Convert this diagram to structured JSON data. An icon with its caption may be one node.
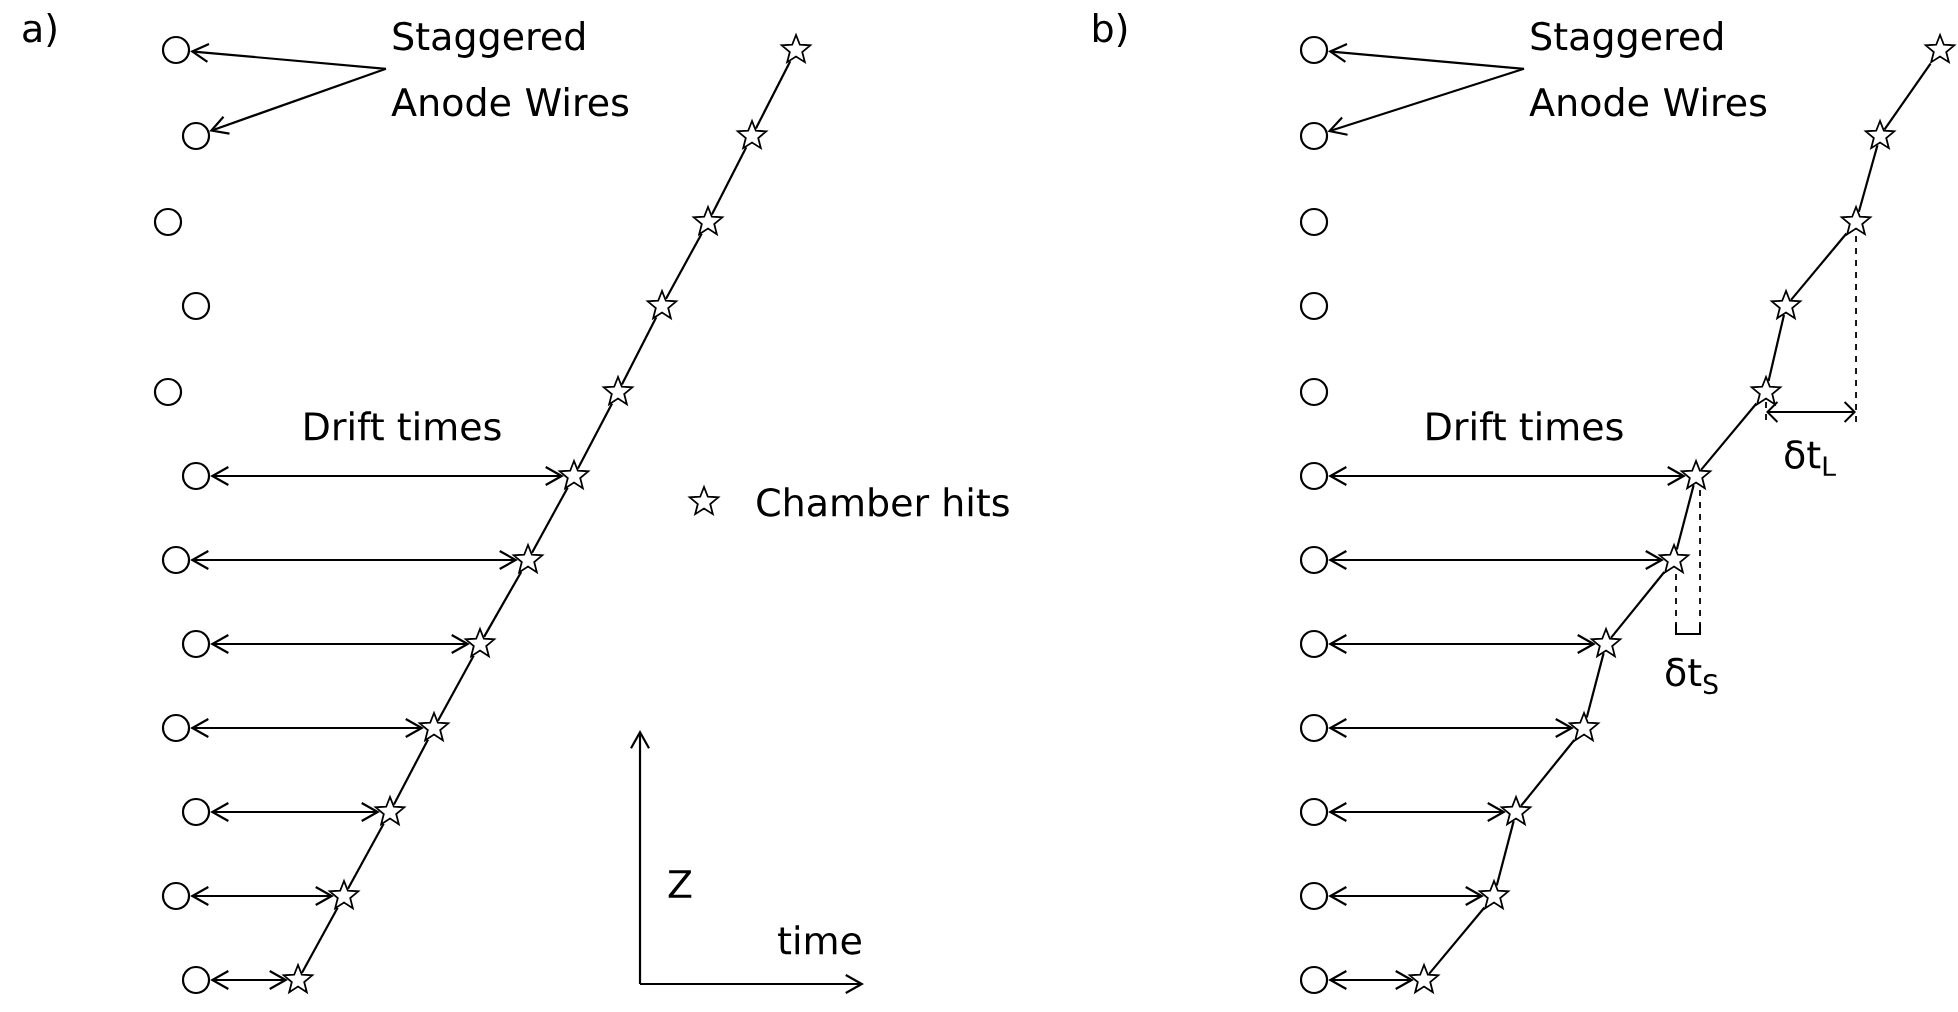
{
  "diagram": {
    "nodes": [
      {
        "text": [
          "Staggered Anode Wires"
        ]
      },
      {
        "text": [],
        "shape": "circle"
      },
      {
        "text": [],
        "shape": "circle"
      },
      {
        "text": [],
        "shape": "circle"
      },
      {
        "text": [],
        "shape": "circle"
      },
      {
        "text": [],
        "shape": "circle"
      },
      {
        "text": [],
        "shape": "circle"
      },
      {
        "text": [],
        "shape": "circle"
      },
      {
        "text": [],
        "shape": "circle"
      },
      {
        "text": [],
        "shape": "circle"
      },
      {
        "text": [],
        "shape": "circle"
      },
      {
        "text": [],
        "shape": "circle"
      },
      {
        "text": [],
        "shape": "circle"
      },
      {
        "text": [],
        "shape": "star"
      },
      {
        "text": [],
        "shape": "star"
      },
      {
        "text": [],
        "shape": "star"
      },
      {
        "text": [],
        "shape": "star"
      },
      {
        "text": [],
        "shape": "star"
      },
      {
        "text": [],
        "shape": "star"
      },
      {
        "text": [],
        "shape": "star"
      },
      {
        "text": [],
        "shape": "star"
      },
      {
        "text": [],
        "shape": "star"
      },
      {
        "text": [],
        "shape": "star"
      },
      {
        "text": [],
        "shape": "star"
      },
      {
        "text": [],
        "shape": "star"
      },
      {
        "text": [
          "Staggered Anode Wires"
        ]
      },
      {
        "text": [],
        "shape": "circle"
      },
      {
        "text": [],
        "shape": "circle"
      },
      {
        "text": [],
        "shape": "circle"
      },
      {
        "text": [],
        "shape": "circle"
      },
      {
        "text": [],
        "shape": "circle"
      },
      {
        "text": [],
        "shape": "circle"
      },
      {
        "text": [],
        "shape": "circle"
      },
      {
        "text": [],
        "shape": "circle"
      },
      {
        "text": [],
        "shape": "circle"
      },
      {
        "text": [],
        "shape": "circle"
      },
      {
        "text": [],
        "shape": "circle"
      },
      {
        "text": [],
        "shape": "circle"
      },
      {
        "text": [],
        "shape": "star"
      },
      {
        "text": [],
        "shape": "star"
      },
      {
        "text": [],
        "shape": "star"
      },
      {
        "text": [],
        "shape": "star"
      },
      {
        "text": [],
        "shape": "star"
      },
      {
        "text": [],
        "shape": "star"
      },
      {
        "text": [],
        "shape": "star"
      },
      {
        "text": [],
        "shape": "star"
      },
      {
        "text": [],
        "shape": "star"
      },
      {
        "text": [],
        "shape": "star"
      },
      {
        "text": [],
        "shape": "star"
      },
      {
        "text": [],
        "shape": "star"
      }
    ],
    "edges": [
      {
        "from": 0,
        "to": 1,
        "arrow": "to"
      },
      {
        "from": 0,
        "to": 2,
        "arrow": "to"
      },
      {
        "from": 6,
        "to": 18,
        "arrow": "both"
      },
      {
        "from": 7,
        "to": 19,
        "arrow": "both"
      },
      {
        "from": 8,
        "to": 20,
        "arrow": "both"
      },
      {
        "from": 9,
        "to": 21,
        "arrow": "both"
      },
      {
        "from": 10,
        "to": 22,
        "arrow": "both"
      },
      {
        "from": 11,
        "to": 23,
        "arrow": "both"
      },
      {
        "from": 12,
        "to": 24,
        "arrow": "both"
      },
      {
        "from": 13,
        "to": 14,
        "arrow": "none"
      },
      {
        "from": 14,
        "to": 15,
        "arrow": "none"
      },
      {
        "from": 15,
        "to": 16,
        "arrow": "none"
      },
      {
        "from": 16,
        "to": 17,
        "arrow": "none"
      },
      {
        "from": 17,
        "to": 18,
        "arrow": "none"
      },
      {
        "from": 18,
        "to": 19,
        "arrow": "none"
      },
      {
        "from": 19,
        "to": 20,
        "arrow": "none"
      },
      {
        "from": 20,
        "to": 21,
        "arrow": "none"
      },
      {
        "from": 21,
        "to": 22,
        "arrow": "none"
      },
      {
        "from": 22,
        "to": 23,
        "arrow": "none"
      },
      {
        "from": 23,
        "to": 24,
        "arrow": "none"
      },
      {
        "from": 25,
        "to": 26,
        "arrow": "to"
      },
      {
        "from": 25,
        "to": 27,
        "arrow": "to"
      },
      {
        "from": 31,
        "to": 43,
        "arrow": "both"
      },
      {
        "from": 32,
        "to": 44,
        "arrow": "both"
      },
      {
        "from": 33,
        "to": 45,
        "arrow": "both"
      },
      {
        "from": 34,
        "to": 46,
        "arrow": "both"
      },
      {
        "from": 35,
        "to": 47,
        "arrow": "both"
      },
      {
        "from": 36,
        "to": 48,
        "arrow": "both"
      },
      {
        "from": 37,
        "to": 49,
        "arrow": "both"
      },
      {
        "from": 38,
        "to": 39,
        "arrow": "none"
      },
      {
        "from": 39,
        "to": 40,
        "arrow": "none"
      },
      {
        "from": 40,
        "to": 41,
        "arrow": "none"
      },
      {
        "from": 41,
        "to": 42,
        "arrow": "none"
      },
      {
        "from": 42,
        "to": 43,
        "arrow": "none"
      },
      {
        "from": 43,
        "to": 44,
        "arrow": "none"
      },
      {
        "from": 44,
        "to": 45,
        "arrow": "none"
      },
      {
        "from": 45,
        "to": 46,
        "arrow": "none"
      },
      {
        "from": 46,
        "to": 47,
        "arrow": "none"
      },
      {
        "from": 47,
        "to": 48,
        "arrow": "none"
      },
      {
        "from": 48,
        "to": 49,
        "arrow": "none"
      }
    ],
    "labels": [
      "a)",
      "Drift times",
      "Z",
      "time",
      "b)",
      "Drift times",
      "δt$_{L}$",
      "δt$_{S}$"
    ],
    "legend": [
      {
        "text": "Chamber hits"
      }
    ]
  }
}
